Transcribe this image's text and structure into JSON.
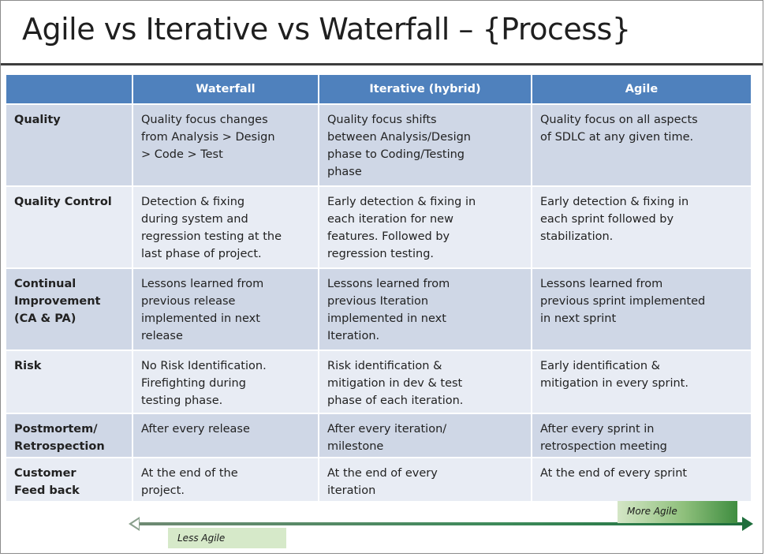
{
  "title": "Agile vs Iterative vs Waterfall – {Process}",
  "table": {
    "headers": [
      "",
      "Waterfall",
      "Iterative (hybrid)",
      "Agile"
    ],
    "rows": [
      {
        "label": "Quality",
        "waterfall": "Quality focus changes\nfrom Analysis > Design\n> Code > Test",
        "iterative": "Quality focus shifts\nbetween Analysis/Design\nphase to Coding/Testing\nphase",
        "agile": "Quality focus on all aspects\nof SDLC at any given time."
      },
      {
        "label": "Quality Control",
        "waterfall": "Detection & fixing\nduring system and\nregression testing at the\nlast phase of project.",
        "iterative": "Early detection & fixing in\neach iteration for new\nfeatures. Followed by\nregression testing.",
        "agile": "Early detection & fixing in\neach sprint followed by\nstabilization."
      },
      {
        "label": "Continual\nImprovement\n(CA & PA)",
        "waterfall": "Lessons learned from\nprevious release\nimplemented in next\nrelease",
        "iterative": "Lessons learned from\nprevious Iteration\nimplemented in next\nIteration.",
        "agile": "Lessons learned from\nprevious sprint implemented\nin next sprint"
      },
      {
        "label": "Risk",
        "waterfall": "No Risk Identification.\nFirefighting during\ntesting phase.",
        "iterative": "Risk identification &\nmitigation in dev & test\nphase of each iteration.",
        "agile": "Early identification &\nmitigation in every sprint."
      },
      {
        "label": "Postmortem/\nRetrospection",
        "waterfall": "After every release",
        "iterative": "After every iteration/\nmilestone",
        "agile": "After every sprint in\nretrospection meeting"
      },
      {
        "label": "Customer\nFeed back",
        "waterfall": "At the end of the\nproject.",
        "iterative": "At the end of every\niteration",
        "agile": "At the end of every sprint"
      }
    ]
  },
  "scale": {
    "more_label": "More Agile",
    "less_label": "Less Agile"
  },
  "colors": {
    "header_bg": "#4f81bd",
    "row_dark": "#cfd7e6",
    "row_light": "#e8ecf4",
    "arrow": "#1e6e3c"
  }
}
